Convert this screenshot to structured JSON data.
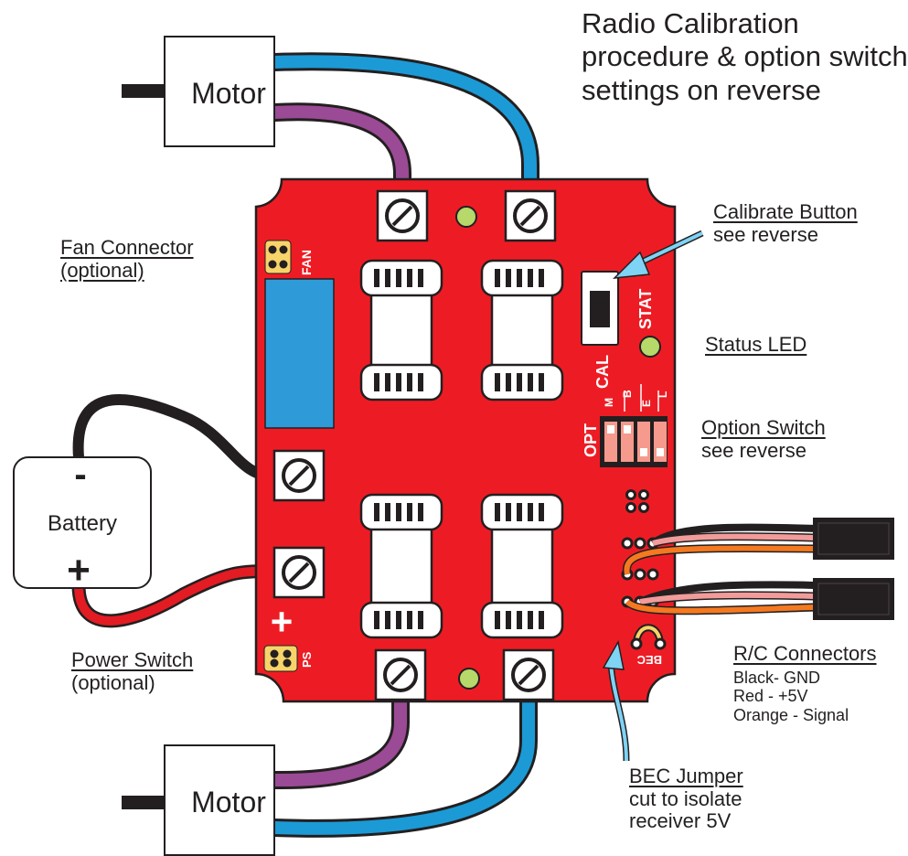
{
  "header": {
    "lines": [
      "Radio Calibration",
      "procedure &  option switch",
      "settings on reverse"
    ]
  },
  "motors": {
    "top_label": "Motor",
    "bottom_label": "Motor"
  },
  "battery": {
    "label": "Battery",
    "minus": "-",
    "plus": "+"
  },
  "board": {
    "fan_tag": "FAN",
    "stat_tag": "STAT",
    "cal_tag": "CAL",
    "opt_tag": "OPT",
    "ps_tag": "PS",
    "bec_tag": "BEC",
    "plus_mark": "+",
    "option_letters": [
      "M",
      "B",
      "E",
      "L"
    ]
  },
  "callouts": {
    "fan_connector": {
      "title": "Fan Connector",
      "sub": "(optional)"
    },
    "calibrate_button": {
      "title": "Calibrate Button",
      "sub": "see reverse"
    },
    "status_led": {
      "title": "Status LED"
    },
    "option_switch": {
      "title": "Option Switch",
      "sub": "see reverse"
    },
    "power_switch": {
      "title": "Power Switch",
      "sub": "(optional)"
    },
    "rc_connectors": {
      "title": "R/C Connectors",
      "lines": [
        "Black- GND",
        "Red - +5V",
        "Orange - Signal"
      ]
    },
    "bec_jumper": {
      "title": "BEC Jumper",
      "lines": [
        "cut to isolate",
        "receiver 5V"
      ]
    }
  },
  "colors": {
    "board": "#ed1c24",
    "motor_wire_blue": "#1b9ad6",
    "motor_wire_purple": "#9b4a95",
    "battery_red": "#e31b23",
    "battery_black": "#231f20",
    "callout_arrow": "#7fd3f5",
    "fan_block": "#2e9ad7",
    "led": "#b6d96a",
    "signal_orange": "#f47920",
    "signal_pink": "#f29b9b"
  }
}
